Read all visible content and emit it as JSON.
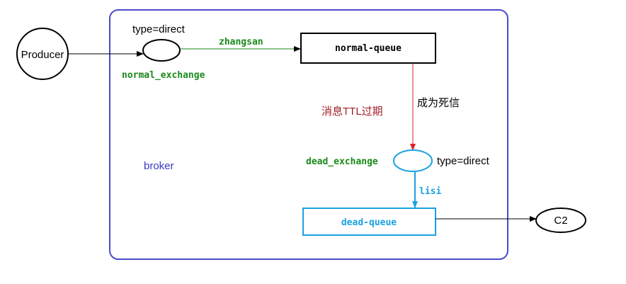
{
  "producer": {
    "label": "Producer"
  },
  "normal_exchange": {
    "type_label": "type=direct",
    "name": "normal_exchange"
  },
  "routing_key_normal": "zhangsan",
  "normal_queue": {
    "label": "normal-queue"
  },
  "dead_letter_label": "成为死信",
  "ttl_label": "消息TTL过期",
  "broker_label": "broker",
  "dead_exchange": {
    "name": "dead_exchange",
    "type_label": "type=direct"
  },
  "routing_key_dead": "lisi",
  "dead_queue": {
    "label": "dead-queue"
  },
  "consumer": {
    "label": "C2"
  },
  "colors": {
    "broker_border": "#4a4ad0",
    "green_text": "#1a8a1a",
    "blue": "#1ba1e2",
    "red_arrow": "#e02020",
    "ttl_text": "#a0202a",
    "broker_text": "#3a3ac8"
  }
}
